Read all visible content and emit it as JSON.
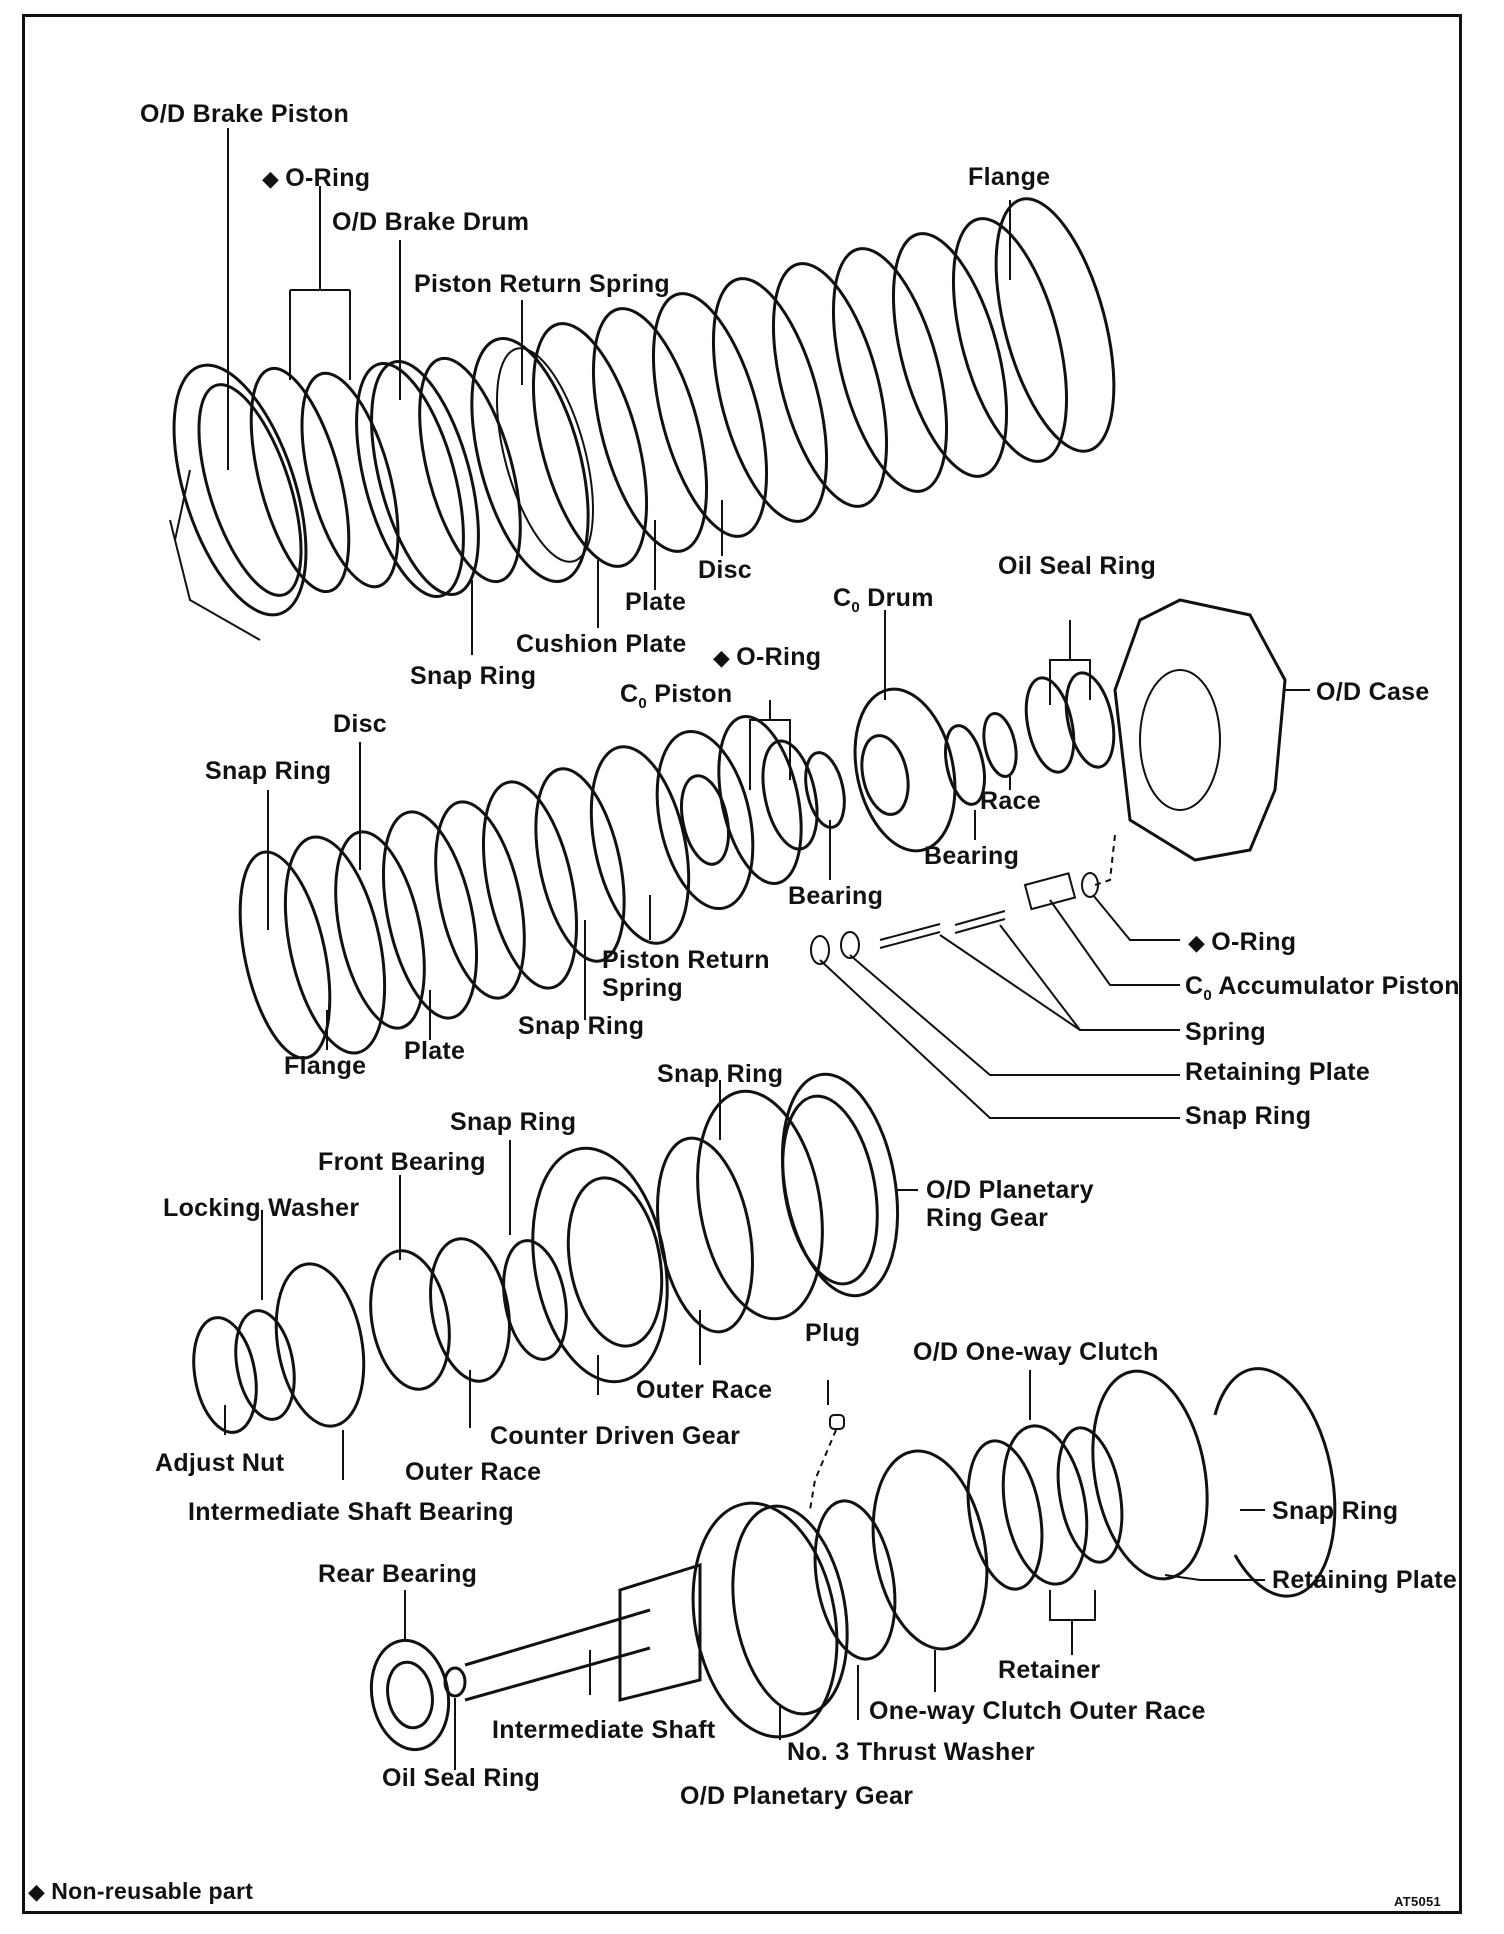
{
  "labels": {
    "od_brake_piston": "O/D Brake Piston",
    "o_ring_top": "O-Ring",
    "od_brake_drum": "O/D Brake Drum",
    "piston_return_spring_top": "Piston Return Spring",
    "flange_top": "Flange",
    "snap_ring_top": "Snap Ring",
    "cushion_plate": "Cushion Plate",
    "plate_top": "Plate",
    "disc_top": "Disc",
    "oil_seal_ring_top": "Oil Seal Ring",
    "c0_drum_prefix": "C",
    "c0_drum_sub": "0",
    "c0_drum_suffix": " Drum",
    "o_ring_mid": "O-Ring",
    "c0_piston_prefix": "C",
    "c0_piston_sub": "0",
    "c0_piston_suffix": " Piston",
    "od_case": "O/D Case",
    "disc_mid": "Disc",
    "snap_ring_mid_left": "Snap Ring",
    "race": "Race",
    "bearing_mid_right": "Bearing",
    "bearing_mid": "Bearing",
    "o_ring_right": "O-Ring",
    "piston_return_spring_mid": "Piston Return Spring",
    "c0_accumulator_prefix": "C",
    "c0_accumulator_sub": "0",
    "c0_accumulator_suffix": " Accumulator Piston",
    "spring": "Spring",
    "snap_ring_mid": "Snap Ring",
    "plate_mid": "Plate",
    "flange_mid": "Flange",
    "retaining_plate_mid": "Retaining Plate",
    "snap_ring_mid_right": "Snap Ring",
    "snap_ring_lower_top": "Snap Ring",
    "snap_ring_lower": "Snap Ring",
    "front_bearing": "Front Bearing",
    "od_planetary_ring_gear": "O/D Planetary Ring Gear",
    "locking_washer": "Locking Washer",
    "plug": "Plug",
    "od_one_way_clutch": "O/D One-way Clutch",
    "outer_race_right": "Outer Race",
    "counter_driven_gear": "Counter Driven Gear",
    "adjust_nut": "Adjust Nut",
    "outer_race_left": "Outer Race",
    "intermediate_shaft_bearing": "Intermediate Shaft Bearing",
    "snap_ring_bottom": "Snap Ring",
    "rear_bearing": "Rear Bearing",
    "retaining_plate_bottom": "Retaining Plate",
    "retainer": "Retainer",
    "one_way_clutch_outer_race": "One-way Clutch Outer Race",
    "intermediate_shaft": "Intermediate Shaft",
    "no3_thrust_washer": "No. 3 Thrust Washer",
    "oil_seal_ring_bottom": "Oil Seal Ring",
    "od_planetary_gear": "O/D Planetary Gear"
  },
  "legend": {
    "symbol": "◆",
    "text": "Non-reusable part"
  },
  "figure_code": "AT5051"
}
